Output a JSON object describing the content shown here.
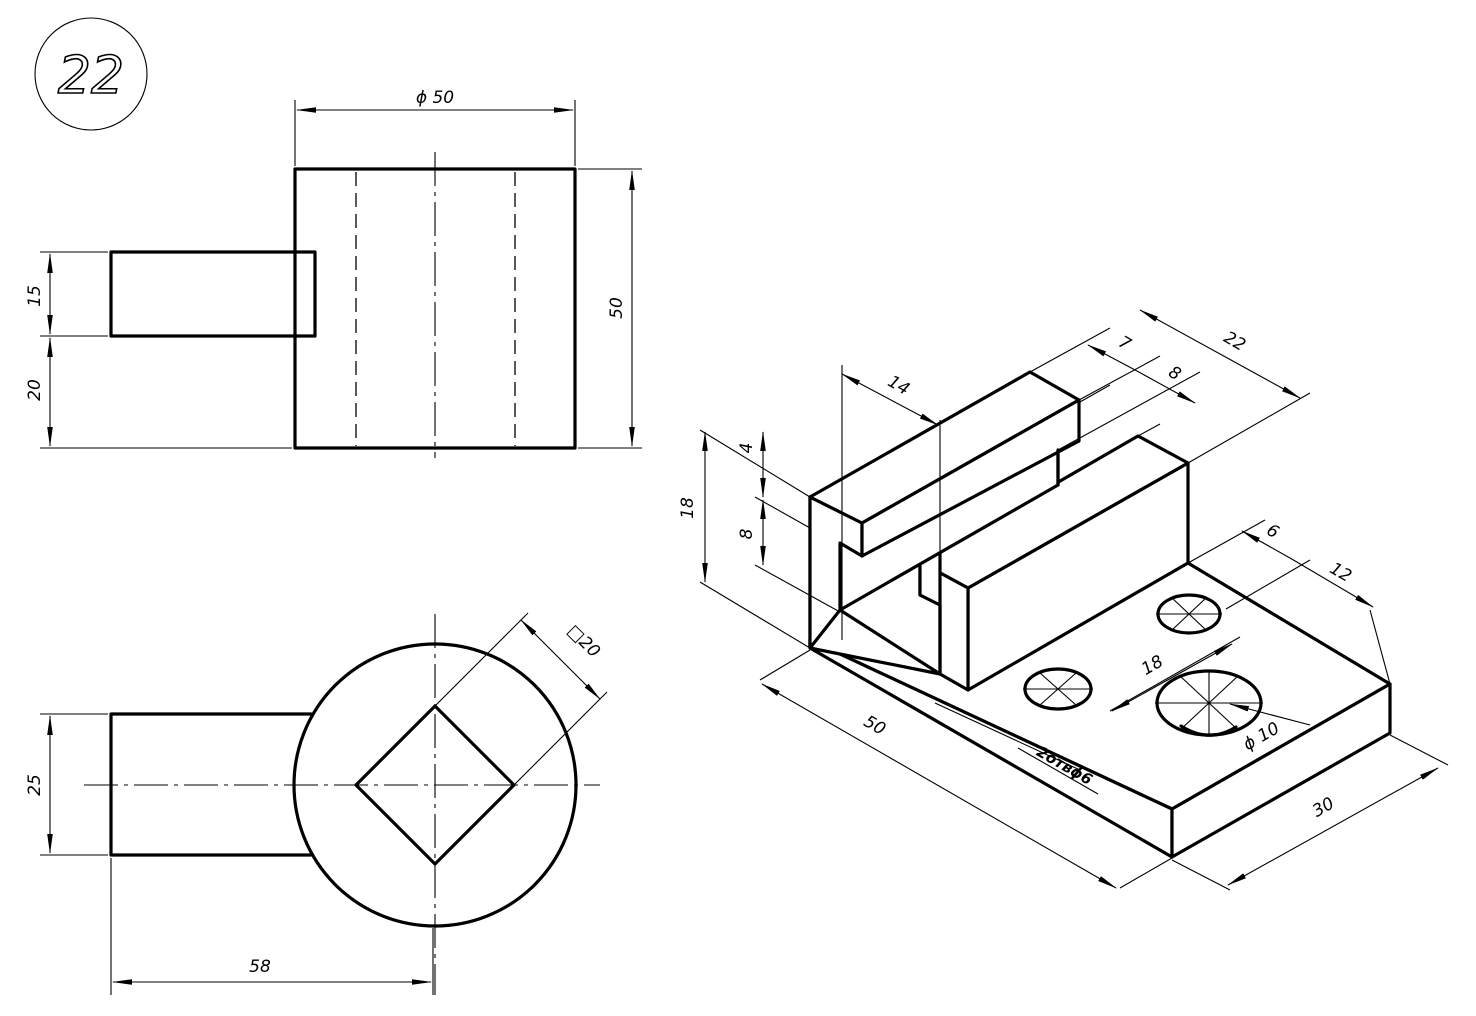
{
  "sheet": {
    "number": "22"
  },
  "front_view": {
    "dim_diameter": "ϕ 50",
    "dim_height": "50",
    "dim_boss": "15",
    "dim_offset": "20"
  },
  "top_view": {
    "dim_square": "□20",
    "dim_width": "25",
    "dim_length": "58"
  },
  "isometric": {
    "dim_14": "14",
    "dim_7": "7",
    "dim_8_top": "8",
    "dim_22": "22",
    "dim_4": "4",
    "dim_8_left": "8",
    "dim_18_height": "18",
    "dim_6": "6",
    "dim_12": "12",
    "dim_18_holes": "18",
    "dim_phi10": "ϕ 10",
    "dim_50": "50",
    "dim_30": "30",
    "hole_note": "2отвϕ6"
  }
}
